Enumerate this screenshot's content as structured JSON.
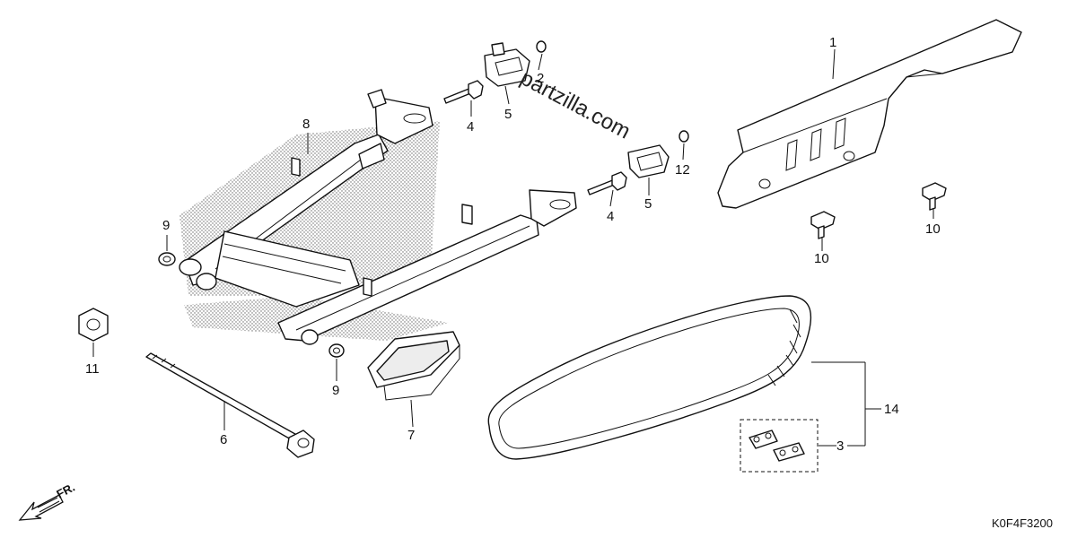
{
  "diagram": {
    "watermark": "partzilla.com",
    "diagram_code": "K0F4F3200",
    "front_marker": "FR.",
    "callouts": {
      "c1": "1",
      "c2": "2",
      "c3": "3",
      "c4a": "4",
      "c4b": "4",
      "c5a": "5",
      "c5b": "5",
      "c6": "6",
      "c7": "7",
      "c8": "8",
      "c9a": "9",
      "c9b": "9",
      "c10a": "10",
      "c10b": "10",
      "c11": "11",
      "c12": "12",
      "c14": "14"
    }
  }
}
